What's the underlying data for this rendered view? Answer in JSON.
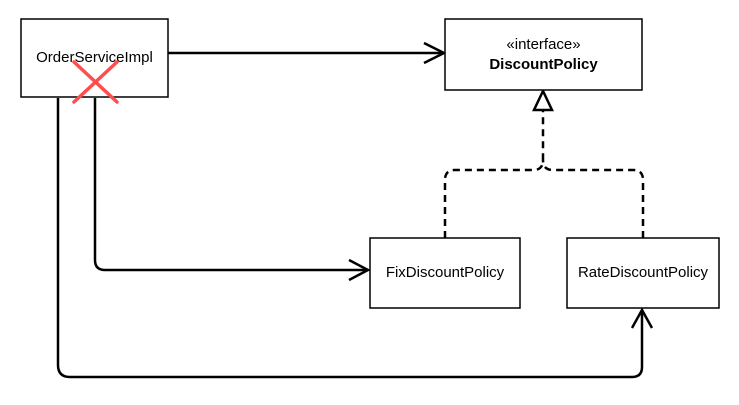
{
  "diagram": {
    "nodes": {
      "order_service_impl": {
        "label": "OrderServiceImpl"
      },
      "discount_policy": {
        "stereotype": "«interface»",
        "name": "DiscountPolicy"
      },
      "fix_discount_policy": {
        "label": "FixDiscountPolicy"
      },
      "rate_discount_policy": {
        "label": "RateDiscountPolicy"
      }
    },
    "edges": [
      {
        "from": "OrderServiceImpl",
        "to": "DiscountPolicy",
        "kind": "dependency"
      },
      {
        "from": "OrderServiceImpl",
        "to": "FixDiscountPolicy",
        "kind": "dependency",
        "crossed_out": true
      },
      {
        "from": "OrderServiceImpl",
        "to": "RateDiscountPolicy",
        "kind": "dependency"
      },
      {
        "from": "FixDiscountPolicy",
        "to": "DiscountPolicy",
        "kind": "realization"
      },
      {
        "from": "RateDiscountPolicy",
        "to": "DiscountPolicy",
        "kind": "realization"
      }
    ],
    "colors": {
      "line": "#000000",
      "box_border": "#000000",
      "box_fill": "#ffffff",
      "cross_mark": "#ff4d4d"
    }
  }
}
